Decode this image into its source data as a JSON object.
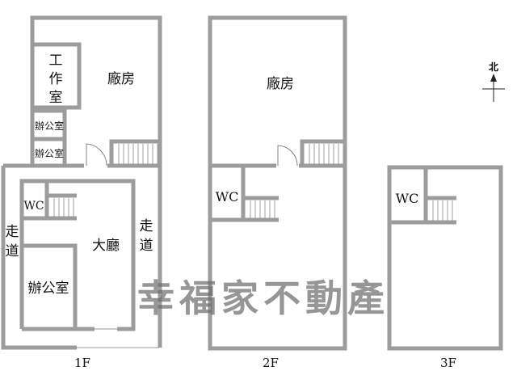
{
  "watermark": "幸福家不動產",
  "north_label": "北",
  "floors": {
    "f1": {
      "label": "1F",
      "rooms": {
        "factory": "廠房",
        "workroom": [
          "工",
          "作",
          "室"
        ],
        "office_small_1": "辦公室",
        "office_small_2": "辦公室",
        "wc": "WC",
        "hall": "大廳",
        "office": "辦公室",
        "corridor_left": [
          "走",
          "道"
        ],
        "corridor_right": [
          "走",
          "道"
        ]
      }
    },
    "f2": {
      "label": "2F",
      "rooms": {
        "factory": "廠房",
        "wc": "WC"
      }
    },
    "f3": {
      "label": "3F",
      "rooms": {
        "wc": "WC"
      }
    }
  }
}
